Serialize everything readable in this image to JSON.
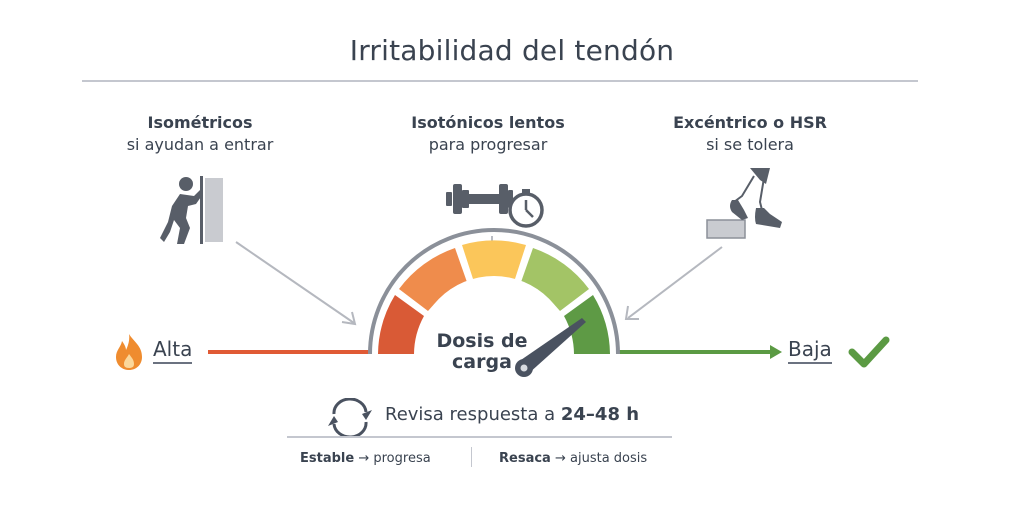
{
  "title": "Irritabilidad del tendón",
  "columns": [
    {
      "heading": "Isométricos",
      "subheading": "si ayudan a entrar",
      "icon": "person-pushing-wall-icon"
    },
    {
      "heading": "Isotónicos lentos",
      "subheading": "para progresar",
      "icon": "dumbbell-stopwatch-icon"
    },
    {
      "heading": "Excéntrico o HSR",
      "subheading": "si se tolera",
      "icon": "step-down-legs-icon"
    }
  ],
  "scale": {
    "high_label": "Alta",
    "high_icon": "fire-icon",
    "low_label": "Baja",
    "low_icon": "checkmark-icon",
    "high_color": "#e05a35",
    "low_color": "#5b9a43"
  },
  "gauge": {
    "label_line1": "Dosis de",
    "label_line2": "carga",
    "segments": [
      "#d95a36",
      "#ef8c4c",
      "#fbc65a",
      "#a3c466",
      "#5e9a45"
    ]
  },
  "review": {
    "icon": "refresh-cycle-icon",
    "text": "Revisa respuesta a",
    "emphasis": "24–48 h"
  },
  "outcomes": [
    {
      "state": "Estable",
      "arrow": "→",
      "action": "progresa"
    },
    {
      "state": "Resaca",
      "arrow": "→",
      "action": "ajusta dosis"
    }
  ]
}
